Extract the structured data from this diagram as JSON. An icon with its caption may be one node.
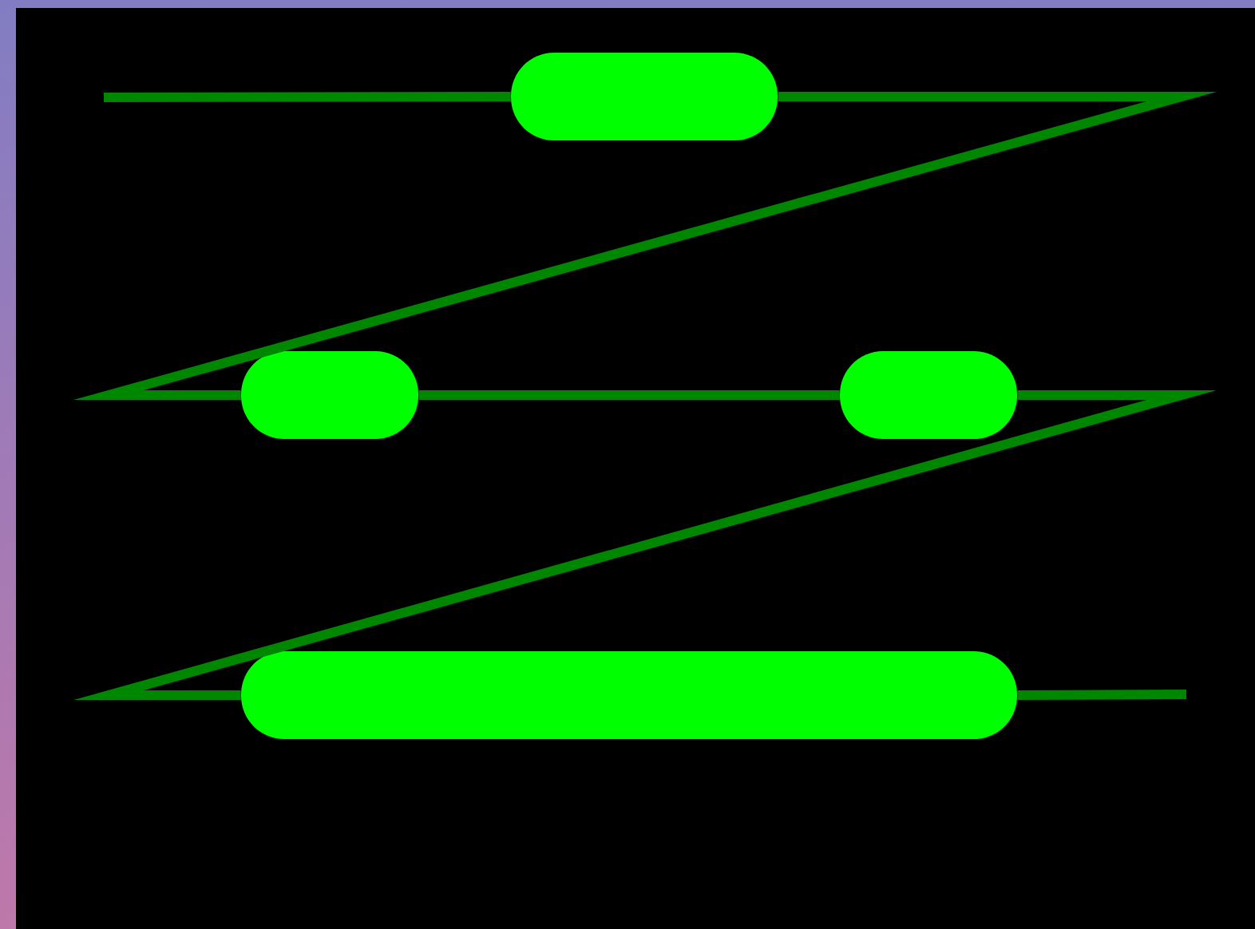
{
  "diagram": {
    "nodes": [
      {
        "text": [],
        "shape": "bar"
      },
      {
        "text": [],
        "shape": "bar"
      },
      {
        "text": [],
        "shape": "bar"
      },
      {
        "text": [],
        "shape": "bar"
      }
    ],
    "edges": [
      {
        "from": 0,
        "to": 1,
        "arrow": "none"
      },
      {
        "from": 1,
        "to": 2,
        "arrow": "none"
      },
      {
        "from": 2,
        "to": 3,
        "arrow": "none"
      }
    ]
  }
}
